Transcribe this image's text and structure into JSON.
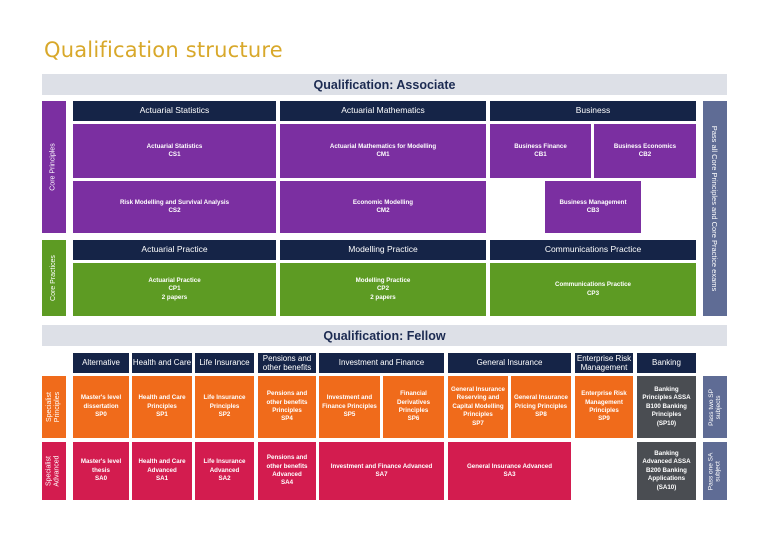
{
  "title": "Qualification structure",
  "associate": {
    "bar": "Qualification: Associate",
    "side_core_principles": "Core Principles",
    "side_core_practices": "Core Practices",
    "right_note": "Pass all Core Principles and Core Practice exams",
    "headers": {
      "actuarial_statistics": "Actuarial Statistics",
      "actuarial_mathematics": "Actuarial Mathematics",
      "business": "Business",
      "actuarial_practice": "Actuarial Practice",
      "modelling_practice": "Modelling Practice",
      "communications_practice": "Communications Practice"
    },
    "cells": {
      "cs1": {
        "name": "Actuarial Statistics",
        "code": "CS1"
      },
      "cs2": {
        "name": "Risk Modelling and Survival Analysis",
        "code": "CS2"
      },
      "cm1": {
        "name": "Actuarial Mathematics for Modelling",
        "code": "CM1"
      },
      "cm2": {
        "name": "Economic Modelling",
        "code": "CM2"
      },
      "cb1": {
        "name": "Business Finance",
        "code": "CB1"
      },
      "cb2": {
        "name": "Business Economics",
        "code": "CB2"
      },
      "cb3": {
        "name": "Business Management",
        "code": "CB3"
      },
      "cp1": {
        "name": "Actuarial Practice",
        "code": "CP1",
        "note": "2 papers"
      },
      "cp2": {
        "name": "Modelling Practice",
        "code": "CP2",
        "note": "2 papers"
      },
      "cp3": {
        "name": "Communications Practice",
        "code": "CP3"
      }
    }
  },
  "fellow": {
    "bar": "Qualification: Fellow",
    "side_specialist_principles": [
      "Specialist",
      "Principles"
    ],
    "side_specialist_advanced": [
      "Specialist",
      "Advanced"
    ],
    "right_sp": [
      "Pass two SP",
      "subjects"
    ],
    "right_sa": [
      "Pass one SA",
      "subject"
    ],
    "headers": {
      "alternative": "Alternative",
      "health_care": "Health and Care",
      "life_insurance": "Life Insurance",
      "pensions": [
        "Pensions and",
        "other benefits"
      ],
      "investment_finance": "Investment and Finance",
      "general_insurance": "General Insurance",
      "erm": [
        "Enterprise Risk",
        "Management"
      ],
      "banking": "Banking"
    },
    "sp": {
      "sp0": [
        "Master's level",
        "dissertation",
        "SP0"
      ],
      "sp1": [
        "Health and Care",
        "Principles",
        "SP1"
      ],
      "sp2": [
        "Life Insurance",
        "Principles",
        "SP2"
      ],
      "sp4": [
        "Pensions and",
        "other benefits",
        "Principles",
        "SP4"
      ],
      "sp5": [
        "Investment and",
        "Finance Principles",
        "SP5"
      ],
      "sp6": [
        "Financial",
        "Derivatives",
        "Principles",
        "SP6"
      ],
      "sp7": [
        "General Insurance",
        "Reserving and",
        "Capital Modelling",
        "Principles",
        "SP7"
      ],
      "sp8": [
        "General Insurance",
        "Pricing Principles",
        "SP8"
      ],
      "sp9": [
        "Enterprise Risk",
        "Management",
        "Principles",
        "SP9"
      ],
      "sp10": [
        "Banking",
        "Principles ASSA",
        "B100 Banking",
        "Principles",
        "(SP10)"
      ]
    },
    "sa": {
      "sa0": [
        "Master's level",
        "thesis",
        "SA0"
      ],
      "sa1": [
        "Health and Care",
        "Advanced",
        "SA1"
      ],
      "sa2": [
        "Life Insurance",
        "Advanced",
        "SA2"
      ],
      "sa4": [
        "Pensions and",
        "other benefits",
        "Advanced",
        "SA4"
      ],
      "sa7": [
        "Investment and Finance Advanced",
        "SA7"
      ],
      "sa3": [
        "General Insurance Advanced",
        "SA3"
      ],
      "sa10": [
        "Banking",
        "Advanced ASSA",
        "B200 Banking",
        "Applications",
        "(SA10)"
      ]
    }
  },
  "colors": {
    "title": "#d8a82a",
    "navy": "#152447",
    "bar": "#dde0e7",
    "purple": "#7b2fa1",
    "green": "#5d9b23",
    "orange": "#f06b1b",
    "crimson": "#d31c4f",
    "dark_grey": "#4a4d52",
    "slate": "#5f6c95"
  }
}
